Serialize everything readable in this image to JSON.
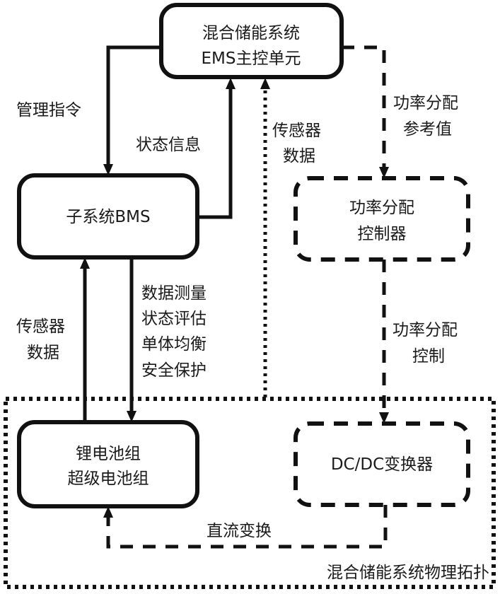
{
  "diagram": {
    "nodes": {
      "ems": {
        "line1": "混合储能系统",
        "line2": "EMS主控单元",
        "style": "solid"
      },
      "bms": {
        "line1": "子系统BMS",
        "style": "solid"
      },
      "battery": {
        "line1": "锂电池组",
        "line2": "超级电池组",
        "style": "solid"
      },
      "power_controller": {
        "line1": "功率分配",
        "line2": "控制器",
        "style": "dashed"
      },
      "dcdc": {
        "line1": "DC/DC变换器",
        "style": "dashed"
      }
    },
    "region": {
      "label": "混合储能系统物理拓扑",
      "style": "dotted"
    },
    "edges": [
      {
        "id": "ems-to-bms",
        "from": "ems",
        "to": "bms",
        "style": "solid",
        "label_lines": [
          "管理指令"
        ]
      },
      {
        "id": "bms-to-ems",
        "from": "bms",
        "to": "ems",
        "style": "solid",
        "label_lines": [
          "状态信息"
        ]
      },
      {
        "id": "region-to-ems",
        "from": "region",
        "to": "ems",
        "style": "dotted",
        "label_lines": [
          "传感器",
          "数据"
        ]
      },
      {
        "id": "ems-to-controller",
        "from": "ems",
        "to": "power_controller",
        "style": "dashed",
        "label_lines": [
          "功率分配",
          "参考值"
        ]
      },
      {
        "id": "controller-to-dcdc",
        "from": "power_controller",
        "to": "dcdc",
        "style": "dashed",
        "label_lines": [
          "功率分配",
          "控制"
        ]
      },
      {
        "id": "battery-to-bms",
        "from": "battery",
        "to": "bms",
        "style": "solid",
        "label_lines": [
          "传感器",
          "数据"
        ]
      },
      {
        "id": "bms-to-battery",
        "from": "bms",
        "to": "battery",
        "style": "solid",
        "label_lines": [
          "数据测量",
          "状态评估",
          "单体均衡",
          "安全保护"
        ]
      },
      {
        "id": "dcdc-to-battery",
        "from": "dcdc",
        "to": "battery",
        "style": "dashed",
        "label_lines": [
          "直流变换"
        ]
      }
    ]
  }
}
